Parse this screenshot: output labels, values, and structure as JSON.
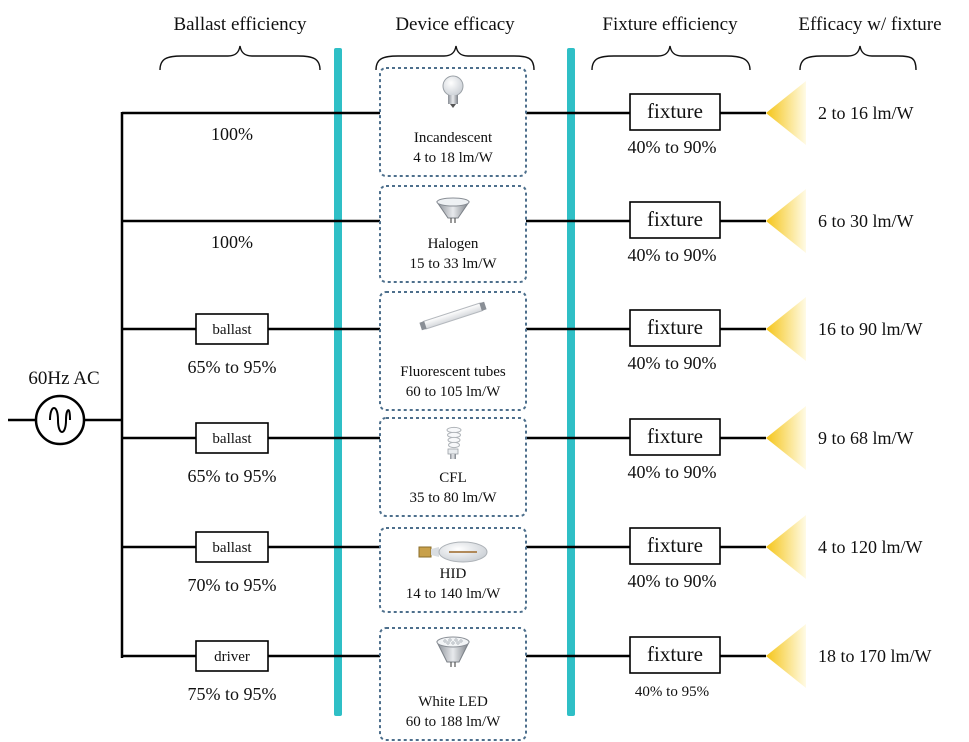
{
  "colors": {
    "bus": "#2fbfc6",
    "wire": "#000000",
    "device_border": "#4d6f8c",
    "light_start": "#f5c518",
    "light_end": "#fffbe6"
  },
  "headers": {
    "ballast": "Ballast efficiency",
    "device": "Device efficacy",
    "fixture": "Fixture efficiency",
    "output": "Efficacy w/ fixture"
  },
  "source": {
    "label": "60Hz AC",
    "icon": "ac-sine-source-icon"
  },
  "rows": [
    {
      "ballast_box": "",
      "ballast_eff": "100%",
      "device_icon": "incandescent-bulb-icon",
      "device_name": "Incandescent",
      "device_efficacy": "4 to 18 lm/W",
      "fixture_label": "fixture",
      "fixture_eff": "40% to 90%",
      "output_efficacy": "2 to 16 lm/W"
    },
    {
      "ballast_box": "",
      "ballast_eff": "100%",
      "device_icon": "halogen-lamp-icon",
      "device_name": "Halogen",
      "device_efficacy": "15 to 33 lm/W",
      "fixture_label": "fixture",
      "fixture_eff": "40% to 90%",
      "output_efficacy": "6 to 30 lm/W"
    },
    {
      "ballast_box": "ballast",
      "ballast_eff": "65% to 95%",
      "device_icon": "fluorescent-tube-icon",
      "device_name": "Fluorescent tubes",
      "device_efficacy": "60 to 105 lm/W",
      "fixture_label": "fixture",
      "fixture_eff": "40% to 90%",
      "output_efficacy": "16 to 90 lm/W"
    },
    {
      "ballast_box": "ballast",
      "ballast_eff": "65% to 95%",
      "device_icon": "cfl-bulb-icon",
      "device_name": "CFL",
      "device_efficacy": "35 to 80 lm/W",
      "fixture_label": "fixture",
      "fixture_eff": "40% to 90%",
      "output_efficacy": "9 to 68 lm/W"
    },
    {
      "ballast_box": "ballast",
      "ballast_eff": "70% to 95%",
      "device_icon": "hid-lamp-icon",
      "device_name": "HID",
      "device_efficacy": "14 to 140 lm/W",
      "fixture_label": "fixture",
      "fixture_eff": "40% to 90%",
      "output_efficacy": "4 to 120 lm/W"
    },
    {
      "ballast_box": "driver",
      "ballast_eff": "75% to 95%",
      "device_icon": "led-lamp-icon",
      "device_name": "White LED",
      "device_efficacy": "60 to 188 lm/W",
      "fixture_label": "fixture",
      "fixture_eff": "40% to 95%",
      "output_efficacy": "18 to 170 lm/W"
    }
  ]
}
